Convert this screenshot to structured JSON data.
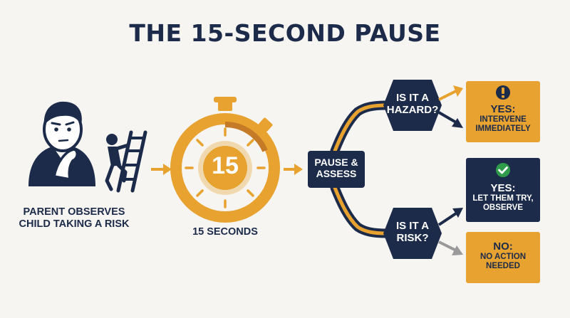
{
  "title": "THE 15-SECOND PAUSE",
  "parent": {
    "caption_line1": "PARENT OBSERVES",
    "caption_line2": "CHILD TAKING A RISK"
  },
  "timer": {
    "number": "15",
    "caption": "15 SECONDS"
  },
  "pause": {
    "line1": "PAUSE &",
    "line2": "ASSESS"
  },
  "hazard": {
    "line1": "IS IT A",
    "line2": "HAZARD?"
  },
  "risk": {
    "line1": "IS IT A",
    "line2": "RISK?"
  },
  "outcomes": {
    "intervene": {
      "head": "YES:",
      "line1": "INTERVENE",
      "line2": "IMMEDIATELY",
      "icon": "warning-icon"
    },
    "let_try": {
      "head": "YES:",
      "line1": "LET THEM TRY,",
      "line2": "OBSERVE",
      "icon": "check-icon"
    },
    "no_action": {
      "head": "NO:",
      "line1": "NO ACTION",
      "line2": "NEEDED"
    }
  },
  "colors": {
    "navy": "#1c2b4a",
    "orange": "#e8a230",
    "background": "#f6f5f2",
    "gray_arrow": "#9a9a9a",
    "check_green": "#2e9a4a",
    "warning_dark": "#1c2b4a"
  }
}
